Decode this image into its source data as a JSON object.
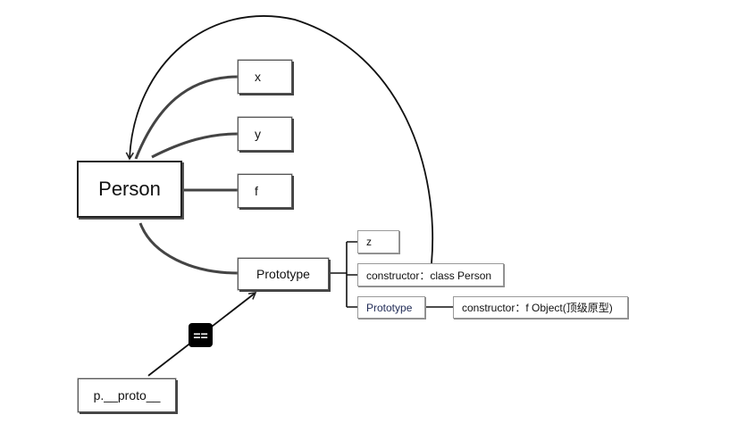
{
  "nodes": {
    "person": "Person",
    "x": "x",
    "y": "y",
    "f": "f",
    "prototype": "Prototype",
    "z": "z",
    "constructor_person": "constructor：class Person",
    "prototype_inner": "Prototype",
    "constructor_object": "constructor：f Object(顶级原型)",
    "p_proto": "p.__proto__"
  },
  "equals_badge": "=="
}
